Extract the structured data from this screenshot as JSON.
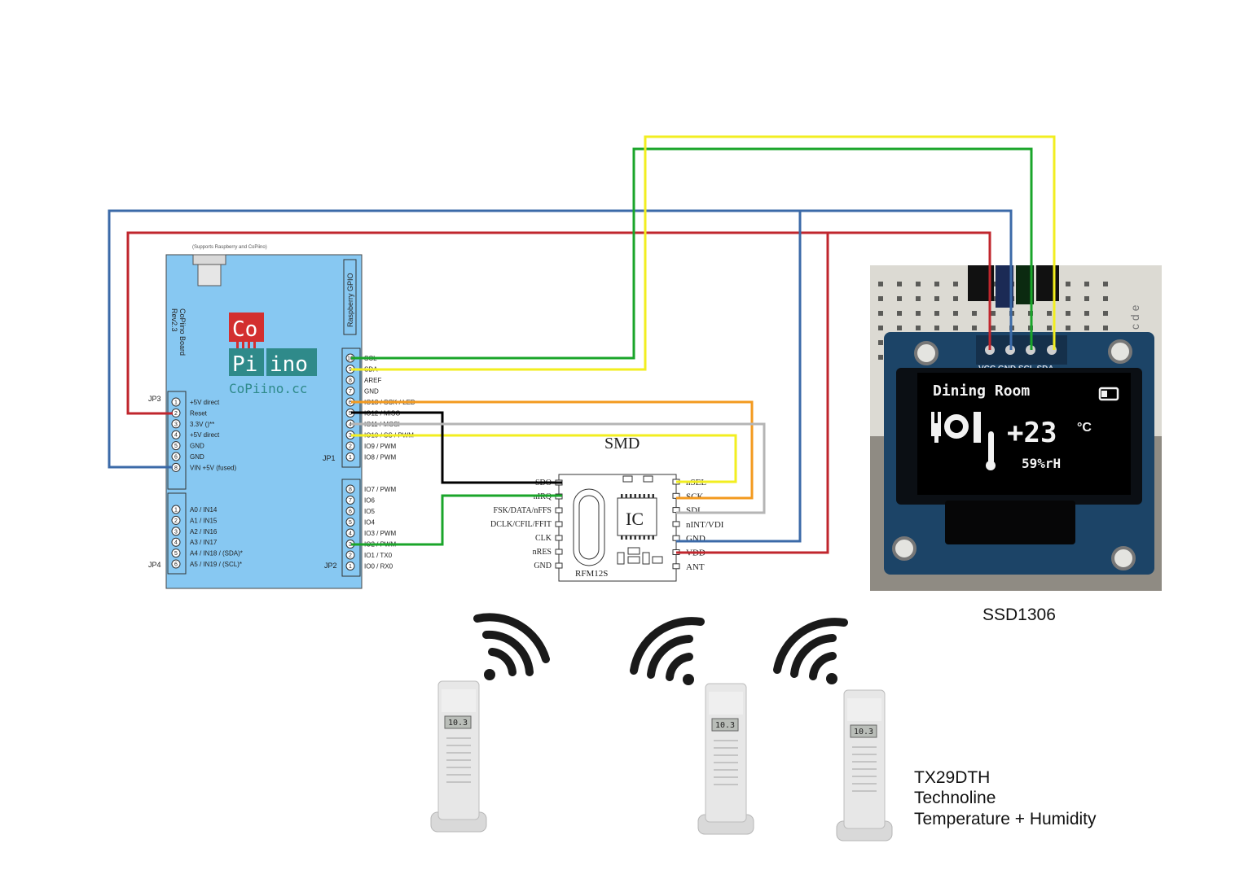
{
  "board": {
    "name": "CoPiino Board",
    "rev": "Rev2.3",
    "top_note": "(Supports Raspberry and CoPiino)",
    "gpio_label": "Raspberry GPIO",
    "logo_co": "Co",
    "logo_pi": "Pi",
    "logo_ino": "ino",
    "logo_url": "CoPiino.cc",
    "jp3_label": "JP3",
    "jp3_pins": [
      {
        "num": "1",
        "label": "+5V direct"
      },
      {
        "num": "2",
        "label": "Reset"
      },
      {
        "num": "3",
        "label": "3.3V ()**"
      },
      {
        "num": "4",
        "label": "+5V direct"
      },
      {
        "num": "5",
        "label": "GND"
      },
      {
        "num": "6",
        "label": "GND"
      },
      {
        "num": "8",
        "label": "VIN +5V (fused)"
      }
    ],
    "jp4_label": "JP4",
    "jp4_pins": [
      {
        "num": "1",
        "label": "A0 / IN14"
      },
      {
        "num": "2",
        "label": "A1 / IN15"
      },
      {
        "num": "3",
        "label": "A2 / IN16"
      },
      {
        "num": "4",
        "label": "A3 / IN17"
      },
      {
        "num": "5",
        "label": "A4 / IN18 / (SDA)*"
      },
      {
        "num": "6",
        "label": "A5 / IN19 / (SCL)*"
      }
    ],
    "jp1_label": "JP1",
    "jp1_pins": [
      {
        "num": "10",
        "label": "SCL"
      },
      {
        "num": "9",
        "label": "SDA"
      },
      {
        "num": "8",
        "label": "AREF"
      },
      {
        "num": "7",
        "label": "GND"
      },
      {
        "num": "6",
        "label": "IO13 / SCK / LED"
      },
      {
        "num": "5",
        "label": "IO12 / MISO"
      },
      {
        "num": "4",
        "label": "IO11 / MOSI"
      },
      {
        "num": "3",
        "label": "IO10 / SS / PWM"
      },
      {
        "num": "2",
        "label": "IO9 / PWM"
      },
      {
        "num": "1",
        "label": "IO8 / PWM"
      }
    ],
    "jp2_label": "JP2",
    "jp2_pins": [
      {
        "num": "8",
        "label": "IO7 / PWM"
      },
      {
        "num": "7",
        "label": "IO6"
      },
      {
        "num": "6",
        "label": "IO5"
      },
      {
        "num": "5",
        "label": "IO4"
      },
      {
        "num": "4",
        "label": "IO3 / PWM"
      },
      {
        "num": "3",
        "label": "IO2 / PWM"
      },
      {
        "num": "2",
        "label": "IO1 / TX0"
      },
      {
        "num": "1",
        "label": "IO0 / RX0"
      }
    ]
  },
  "rfm": {
    "smd_label": "SMD",
    "ic_label": "IC",
    "model": "RFM12S",
    "left_pins": [
      "SDO",
      "nIRQ",
      "FSK/DATA/nFFS",
      "DCLK/CFIL/FFIT",
      "CLK",
      "nRES",
      "GND"
    ],
    "right_pins": [
      "nSEL",
      "SCK",
      "SDI",
      "nINT/VDI",
      "GND",
      "VDD",
      "ANT"
    ]
  },
  "oled": {
    "header_pins": "VCC GND SCL SDA",
    "screen_title": "Dining Room",
    "temperature": "+23",
    "temperature_unit": "°C",
    "humidity": "59%rH",
    "breadboard_letters": "c d e",
    "caption": "SSD1306"
  },
  "sensors": {
    "display_value": "10.3",
    "caption_line1": "TX29DTH",
    "caption_line2": "Technoline",
    "caption_line3": "Temperature + Humidity"
  },
  "colors": {
    "board_blue": "#87c8f2",
    "wire_red": "#c0262d",
    "wire_blue": "#3b6aa8",
    "wire_green": "#1aa52a",
    "wire_yellow": "#f2ee20",
    "wire_orange": "#f39a1f",
    "wire_black": "#000000",
    "wire_gray": "#b5b5b5",
    "logo_red": "#d32f2f",
    "logo_teal": "#2f8a8a"
  }
}
